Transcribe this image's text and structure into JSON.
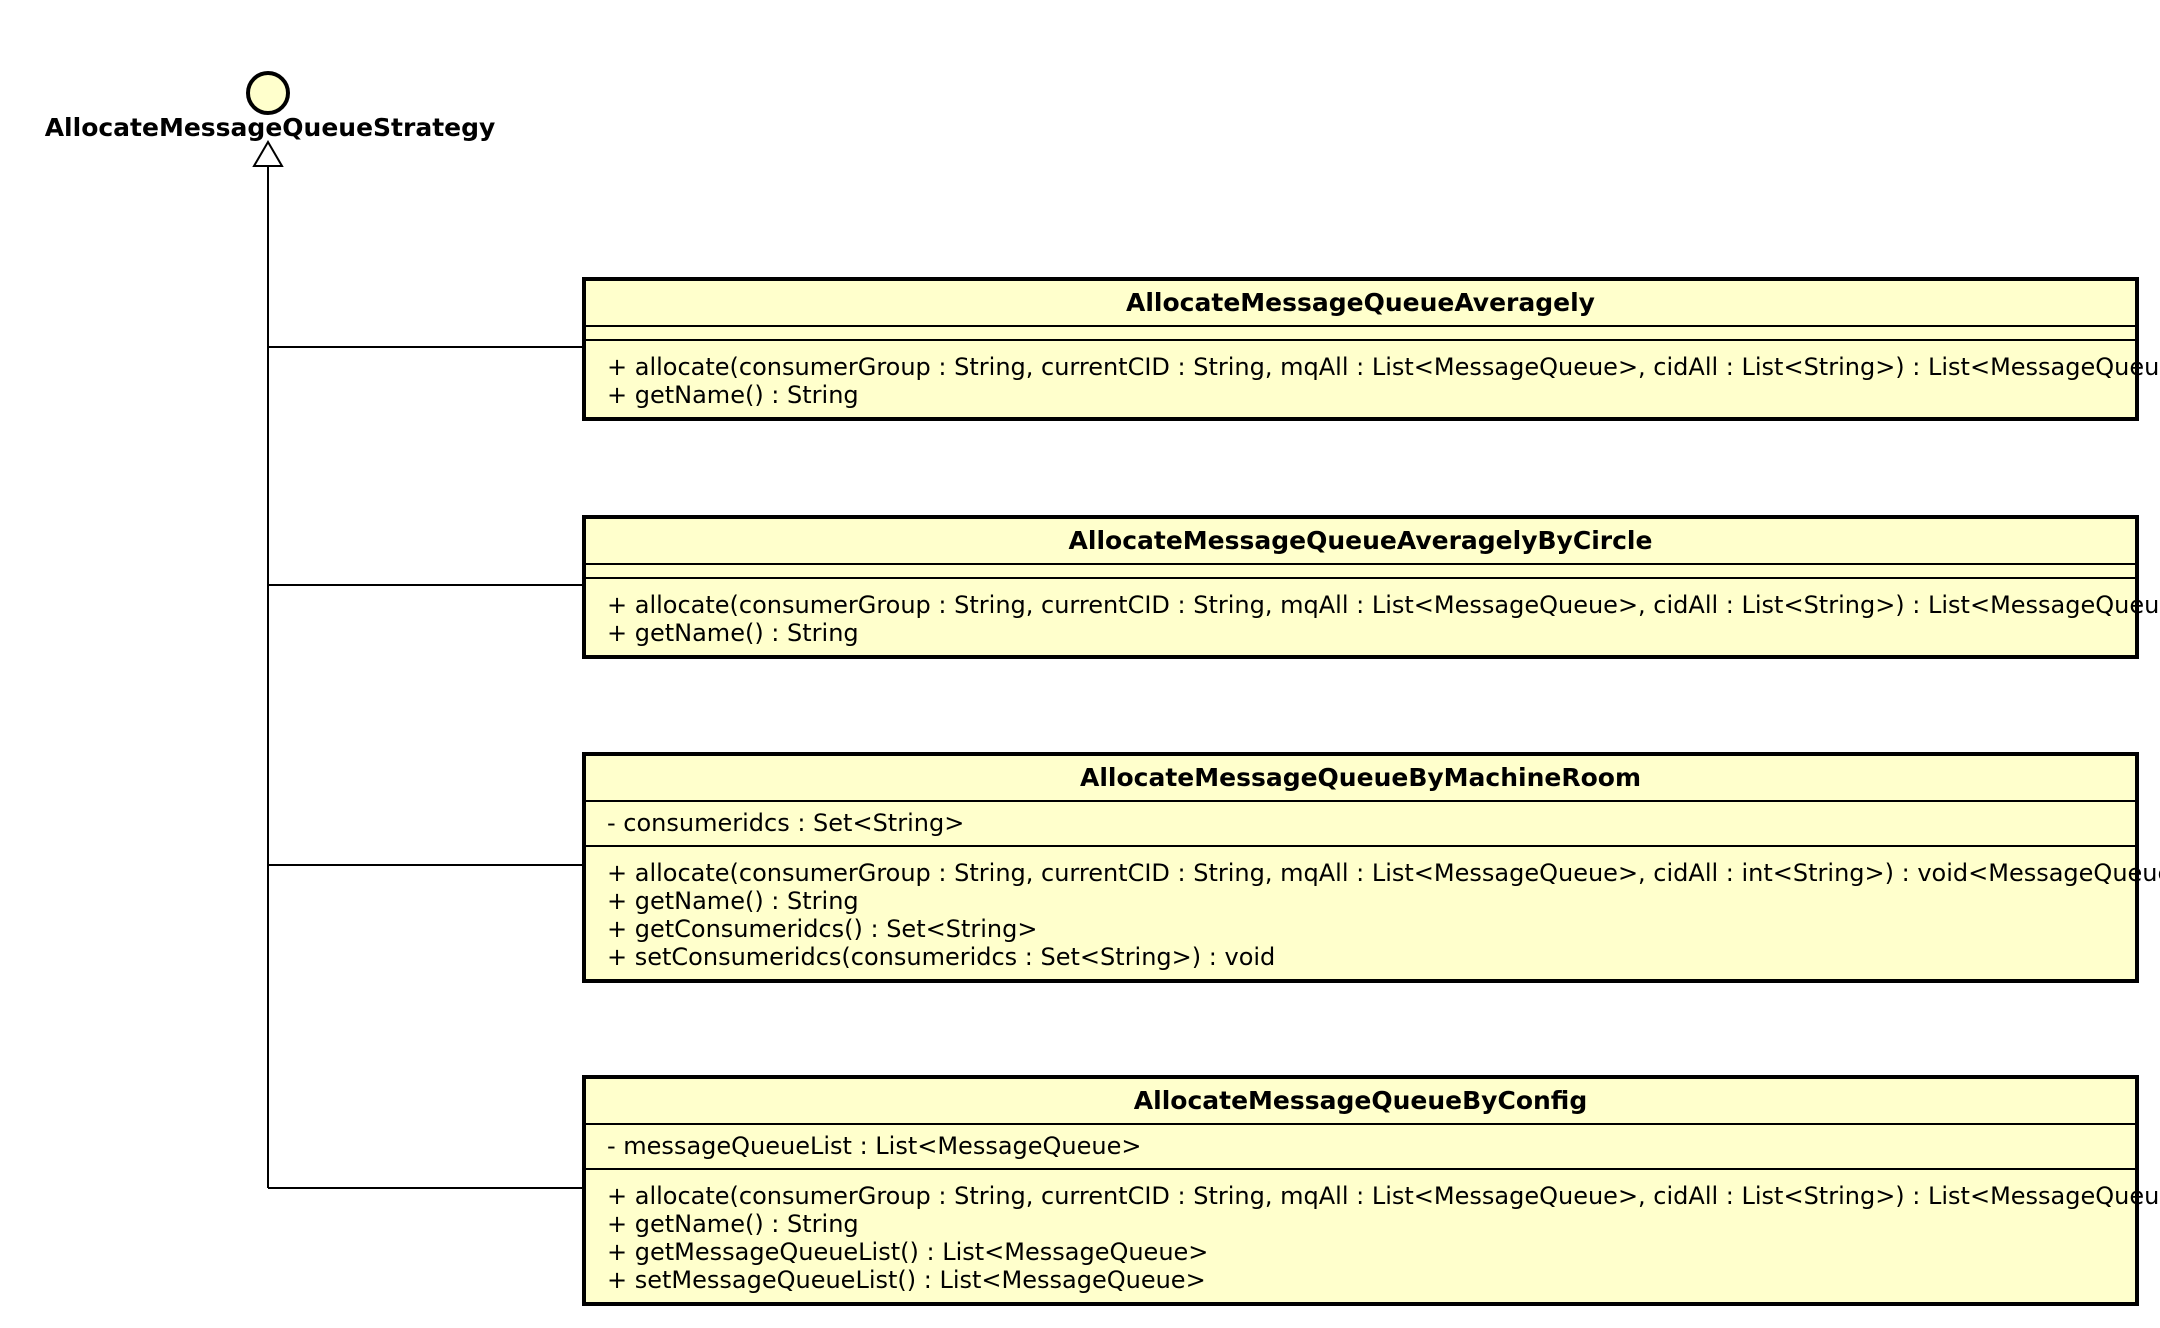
{
  "diagram": {
    "interface": {
      "name": "AllocateMessageQueueStrategy"
    },
    "classes": [
      {
        "name": "AllocateMessageQueueAveragely",
        "attributes": [],
        "operations": [
          "+ allocate(consumerGroup : String, currentCID : String, mqAll : List<MessageQueue>, cidAll : List<String>) : List<MessageQueue>",
          "+ getName() : String"
        ]
      },
      {
        "name": "AllocateMessageQueueAveragelyByCircle",
        "attributes": [],
        "operations": [
          "+ allocate(consumerGroup : String, currentCID : String, mqAll : List<MessageQueue>, cidAll : List<String>) : List<MessageQueue>",
          "+ getName() : String"
        ]
      },
      {
        "name": "AllocateMessageQueueByMachineRoom",
        "attributes": [
          "- consumeridcs : Set<String>"
        ],
        "operations": [
          "+ allocate(consumerGroup : String, currentCID : String, mqAll : List<MessageQueue>, cidAll : int<String>) : void<MessageQueue>",
          "+ getName() : String",
          "+ getConsumeridcs() : Set<String>",
          "+ setConsumeridcs(consumeridcs : Set<String>) : void"
        ]
      },
      {
        "name": "AllocateMessageQueueByConfig",
        "attributes": [
          "- messageQueueList : List<MessageQueue>"
        ],
        "operations": [
          "+ allocate(consumerGroup : String, currentCID : String, mqAll : List<MessageQueue>, cidAll : List<String>) : List<MessageQueue>",
          "+ getName() : String",
          "+ getMessageQueueList() : List<MessageQueue>",
          "+ setMessageQueueList() : List<MessageQueue>"
        ]
      }
    ],
    "colors": {
      "class_fill": "#ffffcc",
      "interface_fill": "#ffffcc",
      "line": "#000000"
    }
  }
}
